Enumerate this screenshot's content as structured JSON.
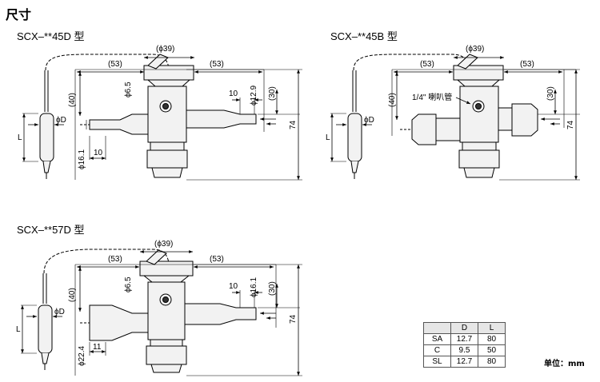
{
  "page_title": "尺寸",
  "units_note": "单位：mm",
  "models": [
    {
      "label": "SCX–**45D 型",
      "dims": {
        "head_dia": "(ϕ39)",
        "left_span": "(53)",
        "right_span": "(53)",
        "stem_dia": "ϕ6.5",
        "upper_height": "(40)",
        "bulb_dia": "ϕD",
        "bulb_len": "L",
        "outlet_len": "10",
        "outlet_dia": "ϕ12.9",
        "outlet_height": "(30)",
        "total_height": "74",
        "inlet_dia": "ϕ16.1",
        "inlet_len": "10"
      }
    },
    {
      "label": "SCX–**45B 型",
      "dims": {
        "head_dia": "(ϕ39)",
        "left_span": "(53)",
        "right_span": "(53)",
        "upper_height": "(40)",
        "bulb_dia": "ϕD",
        "bulb_len": "L",
        "flare_note": "1/4\" 喇叭管",
        "outlet_height": "(30)",
        "total_height": "74"
      }
    },
    {
      "label": "SCX–**57D 型",
      "dims": {
        "head_dia": "(ϕ39)",
        "left_span": "(53)",
        "right_span": "(53)",
        "stem_dia": "ϕ6.5",
        "upper_height": "(40)",
        "bulb_dia": "ϕD",
        "bulb_len": "L",
        "outlet_len": "10",
        "outlet_dia": "ϕ16.1",
        "outlet_height": "(30)",
        "total_height": "74",
        "inlet_dia": "ϕ22.4",
        "inlet_len": "11"
      }
    }
  ],
  "table": {
    "headers": [
      "",
      "D",
      "L"
    ],
    "rows": [
      [
        "SA",
        "12.7",
        "80"
      ],
      [
        "C",
        "9.5",
        "50"
      ],
      [
        "SL",
        "12.7",
        "80"
      ]
    ]
  },
  "colors": {
    "line": "#000000",
    "body_fill": "#f2f2f2",
    "table_header": "#e6e6e6"
  }
}
